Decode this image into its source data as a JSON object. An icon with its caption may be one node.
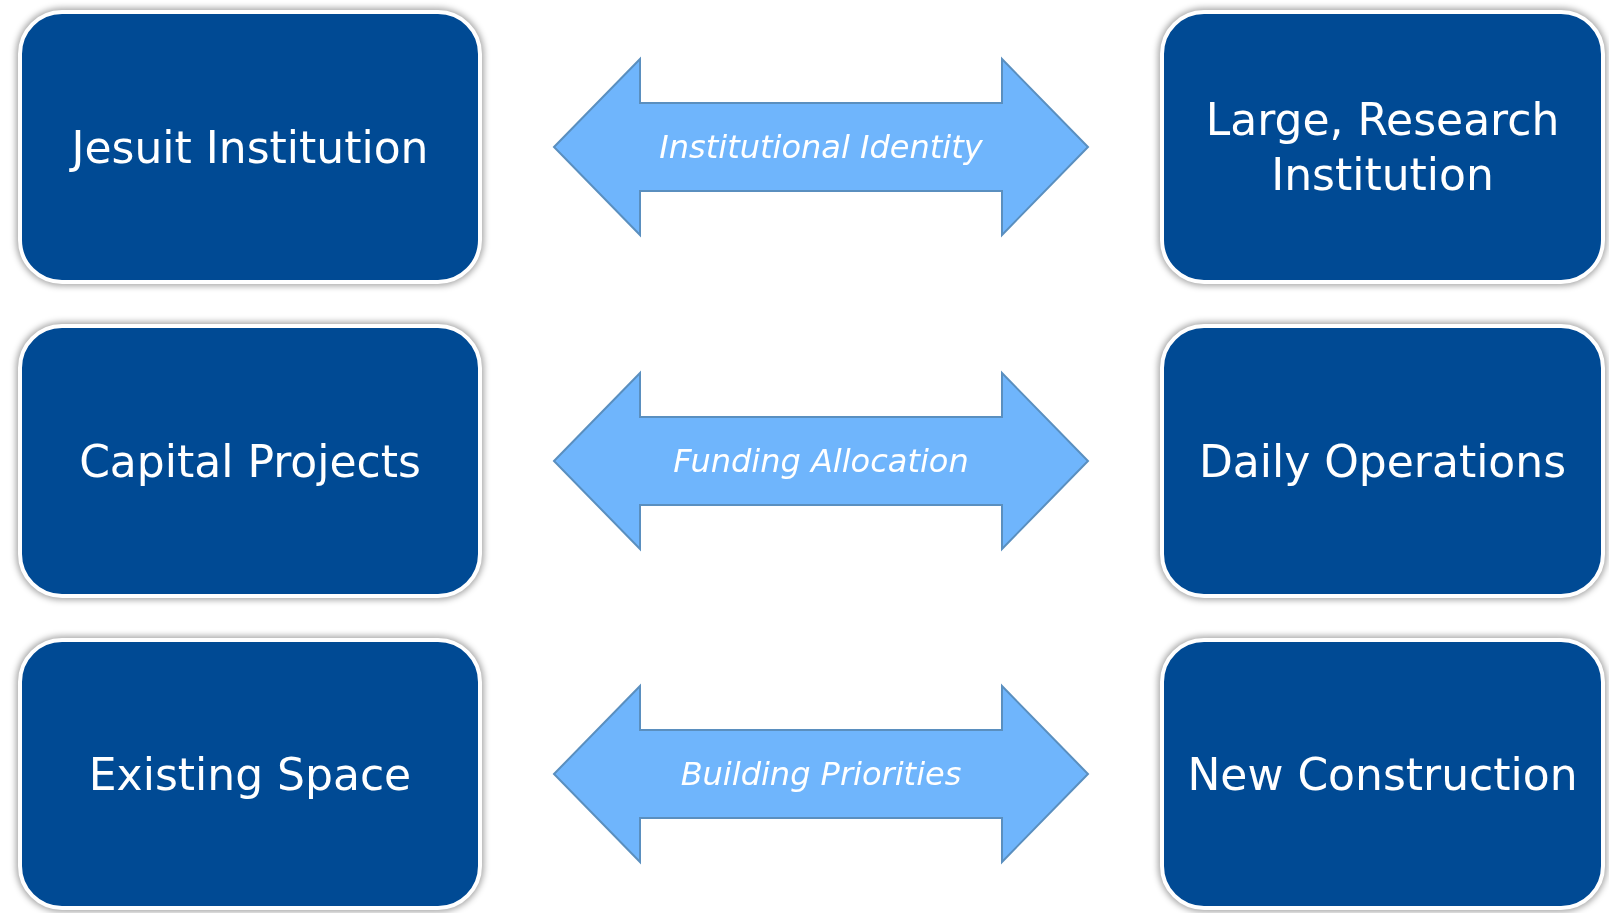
{
  "diagram": {
    "nodes": [
      {
        "text": [
          "Jesuit Institution"
        ]
      },
      {
        "text": [
          "Large, Research Institution"
        ]
      },
      {
        "text": [
          "Capital Projects"
        ]
      },
      {
        "text": [
          "Daily Operations"
        ]
      },
      {
        "text": [
          "Existing Space"
        ]
      },
      {
        "text": [
          "New Construction"
        ]
      }
    ],
    "edges": [
      {
        "from": 0,
        "to": 1,
        "arrow": "both",
        "label": "Institutional Identity"
      },
      {
        "from": 2,
        "to": 3,
        "arrow": "both",
        "label": "Funding Allocation"
      },
      {
        "from": 4,
        "to": 5,
        "arrow": "both",
        "label": "Building Priorities"
      }
    ]
  }
}
